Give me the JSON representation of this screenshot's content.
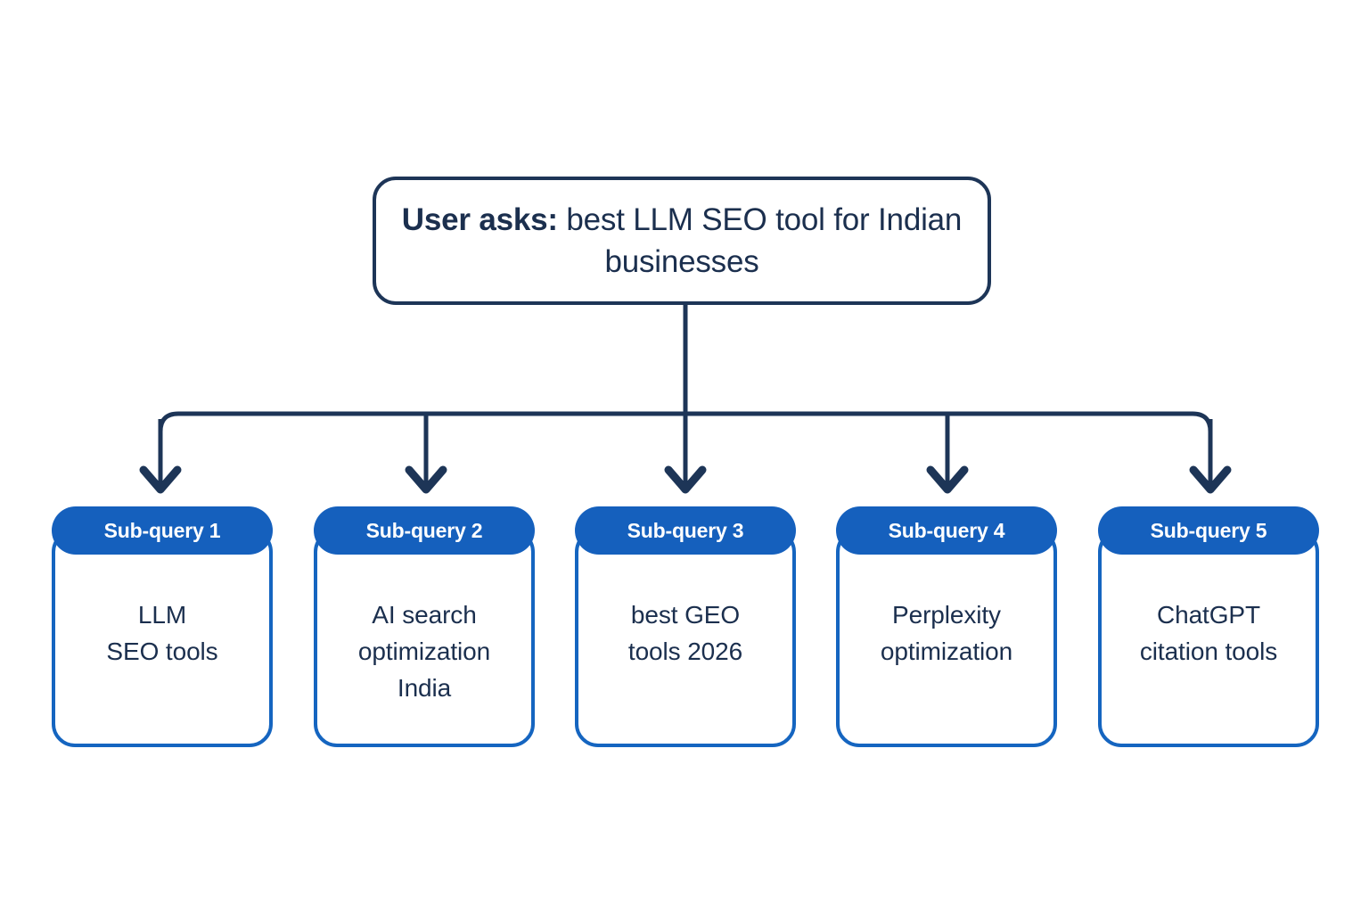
{
  "diagram": {
    "type": "query-fan-out-tree",
    "background_color": "#ffffff",
    "root": {
      "label_bold": "User asks:",
      "label_rest": " best LLM SEO tool for Indian businesses",
      "full_text": "User asks: best LLM SEO tool for Indian businesses",
      "border_color": "#1d3557",
      "text_color": "#1b2f4e",
      "fill_color": "#ffffff"
    },
    "connector": {
      "name": "fan-out-connector",
      "color": "#1d3557",
      "stroke_width": 5,
      "arrow_style": "chevron",
      "branch_count": 5
    },
    "accent_color": "#1560bd",
    "card_border_color": "#1565c0",
    "card_text_color": "#1b2f4e",
    "header_text_color": "#ffffff",
    "cards": [
      {
        "header": "Sub-query 1",
        "line1": "LLM",
        "line2": "SEO tools",
        "line3": ""
      },
      {
        "header": "Sub-query 2",
        "line1": "AI search",
        "line2": "optimization",
        "line3": "India"
      },
      {
        "header": "Sub-query 3",
        "line1": "best GEO",
        "line2": "tools 2026",
        "line3": ""
      },
      {
        "header": "Sub-query 4",
        "line1": "Perplexity",
        "line2": "optimization",
        "line3": ""
      },
      {
        "header": "Sub-query 5",
        "line1": "ChatGPT",
        "line2": "citation tools",
        "line3": ""
      }
    ]
  }
}
